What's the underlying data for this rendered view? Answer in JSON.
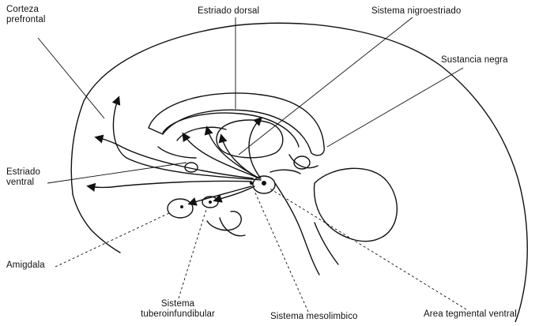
{
  "labels": {
    "corteza_prefrontal": [
      "Corteza",
      "prefrontal"
    ],
    "estriado_dorsal": "Estriado dorsal",
    "sistema_nigroestriado": "Sistema nigroestriado",
    "sustancia_negra": "Sustancia negra",
    "estriado_ventral": [
      "Estriado",
      "ventral"
    ],
    "amigdala": "Amigdala",
    "sistema_tuberoinfundibular": [
      "Sistema",
      "tuberoinfundibular"
    ],
    "sistema_mesolimbico": "Sistema mesolimbico",
    "area_tegmental_ventral": "Area tegmental ventral"
  }
}
